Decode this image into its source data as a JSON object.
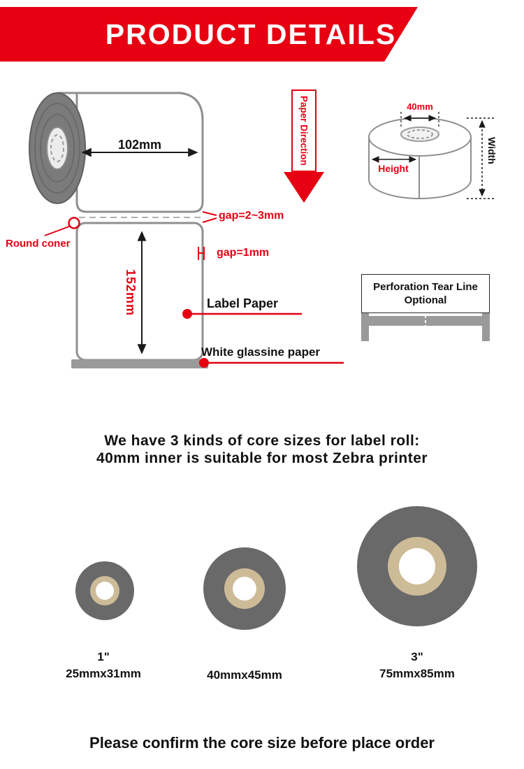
{
  "colors": {
    "accent_red": "#e60012",
    "roll_gray": "#7b7b7b",
    "ring_gray": "#696969",
    "core_tan": "#cdbb98",
    "outline_gray": "#8f8f8f"
  },
  "header": {
    "title": "PRODUCT DETAILS"
  },
  "roll_diagram": {
    "width_dim": "102mm",
    "height_dim": "152mm",
    "gap_top": "gap=2~3mm",
    "gap_side": "gap=1mm",
    "round_corner": "Round coner",
    "label_paper": "Label Paper",
    "glassine": "White glassine paper",
    "paper_direction": "Paper Direction"
  },
  "cylinder": {
    "core_dim": "40mm",
    "height": "Height",
    "width": "Width"
  },
  "perforation": {
    "line1": "Perforation Tear Line",
    "line2": "Optional"
  },
  "core_sizes": {
    "heading1": "We have 3 kinds of core sizes for label roll:",
    "heading2": "40mm inner is suitable for most Zebra printer",
    "items": [
      {
        "inch": "1\"",
        "size": "25mmx31mm"
      },
      {
        "size": "40mmx45mm"
      },
      {
        "inch": "3\"",
        "size": "75mmx85mm"
      }
    ]
  },
  "footer": {
    "note": "Please confirm the core size before place order"
  }
}
